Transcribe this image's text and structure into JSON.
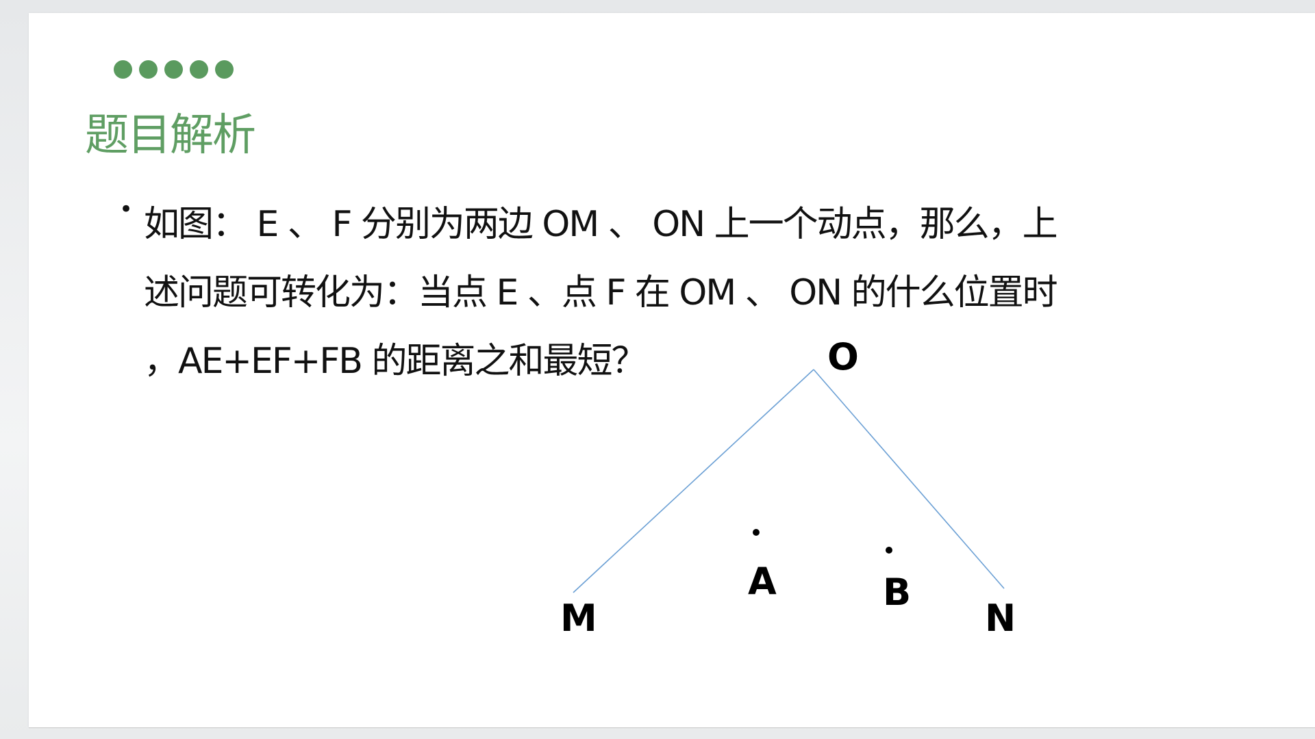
{
  "slide": {
    "heading": "题目解析",
    "bullet_glyph": "•",
    "body_lines": [
      "如图： E 、 F 分别为两边 OM 、 ON 上一个动点，那么，上",
      "述问题可转化为：当点 E 、点 F 在 OM 、 ON 的什么位置时",
      "，AE+EF+FB 的距离之和最短？"
    ],
    "accent_color": "#5a9a5e"
  },
  "diagram": {
    "labels": {
      "O": "O",
      "M": "M",
      "N": "N",
      "A": "A",
      "B": "B"
    },
    "line_color": "#6a9fd4"
  }
}
